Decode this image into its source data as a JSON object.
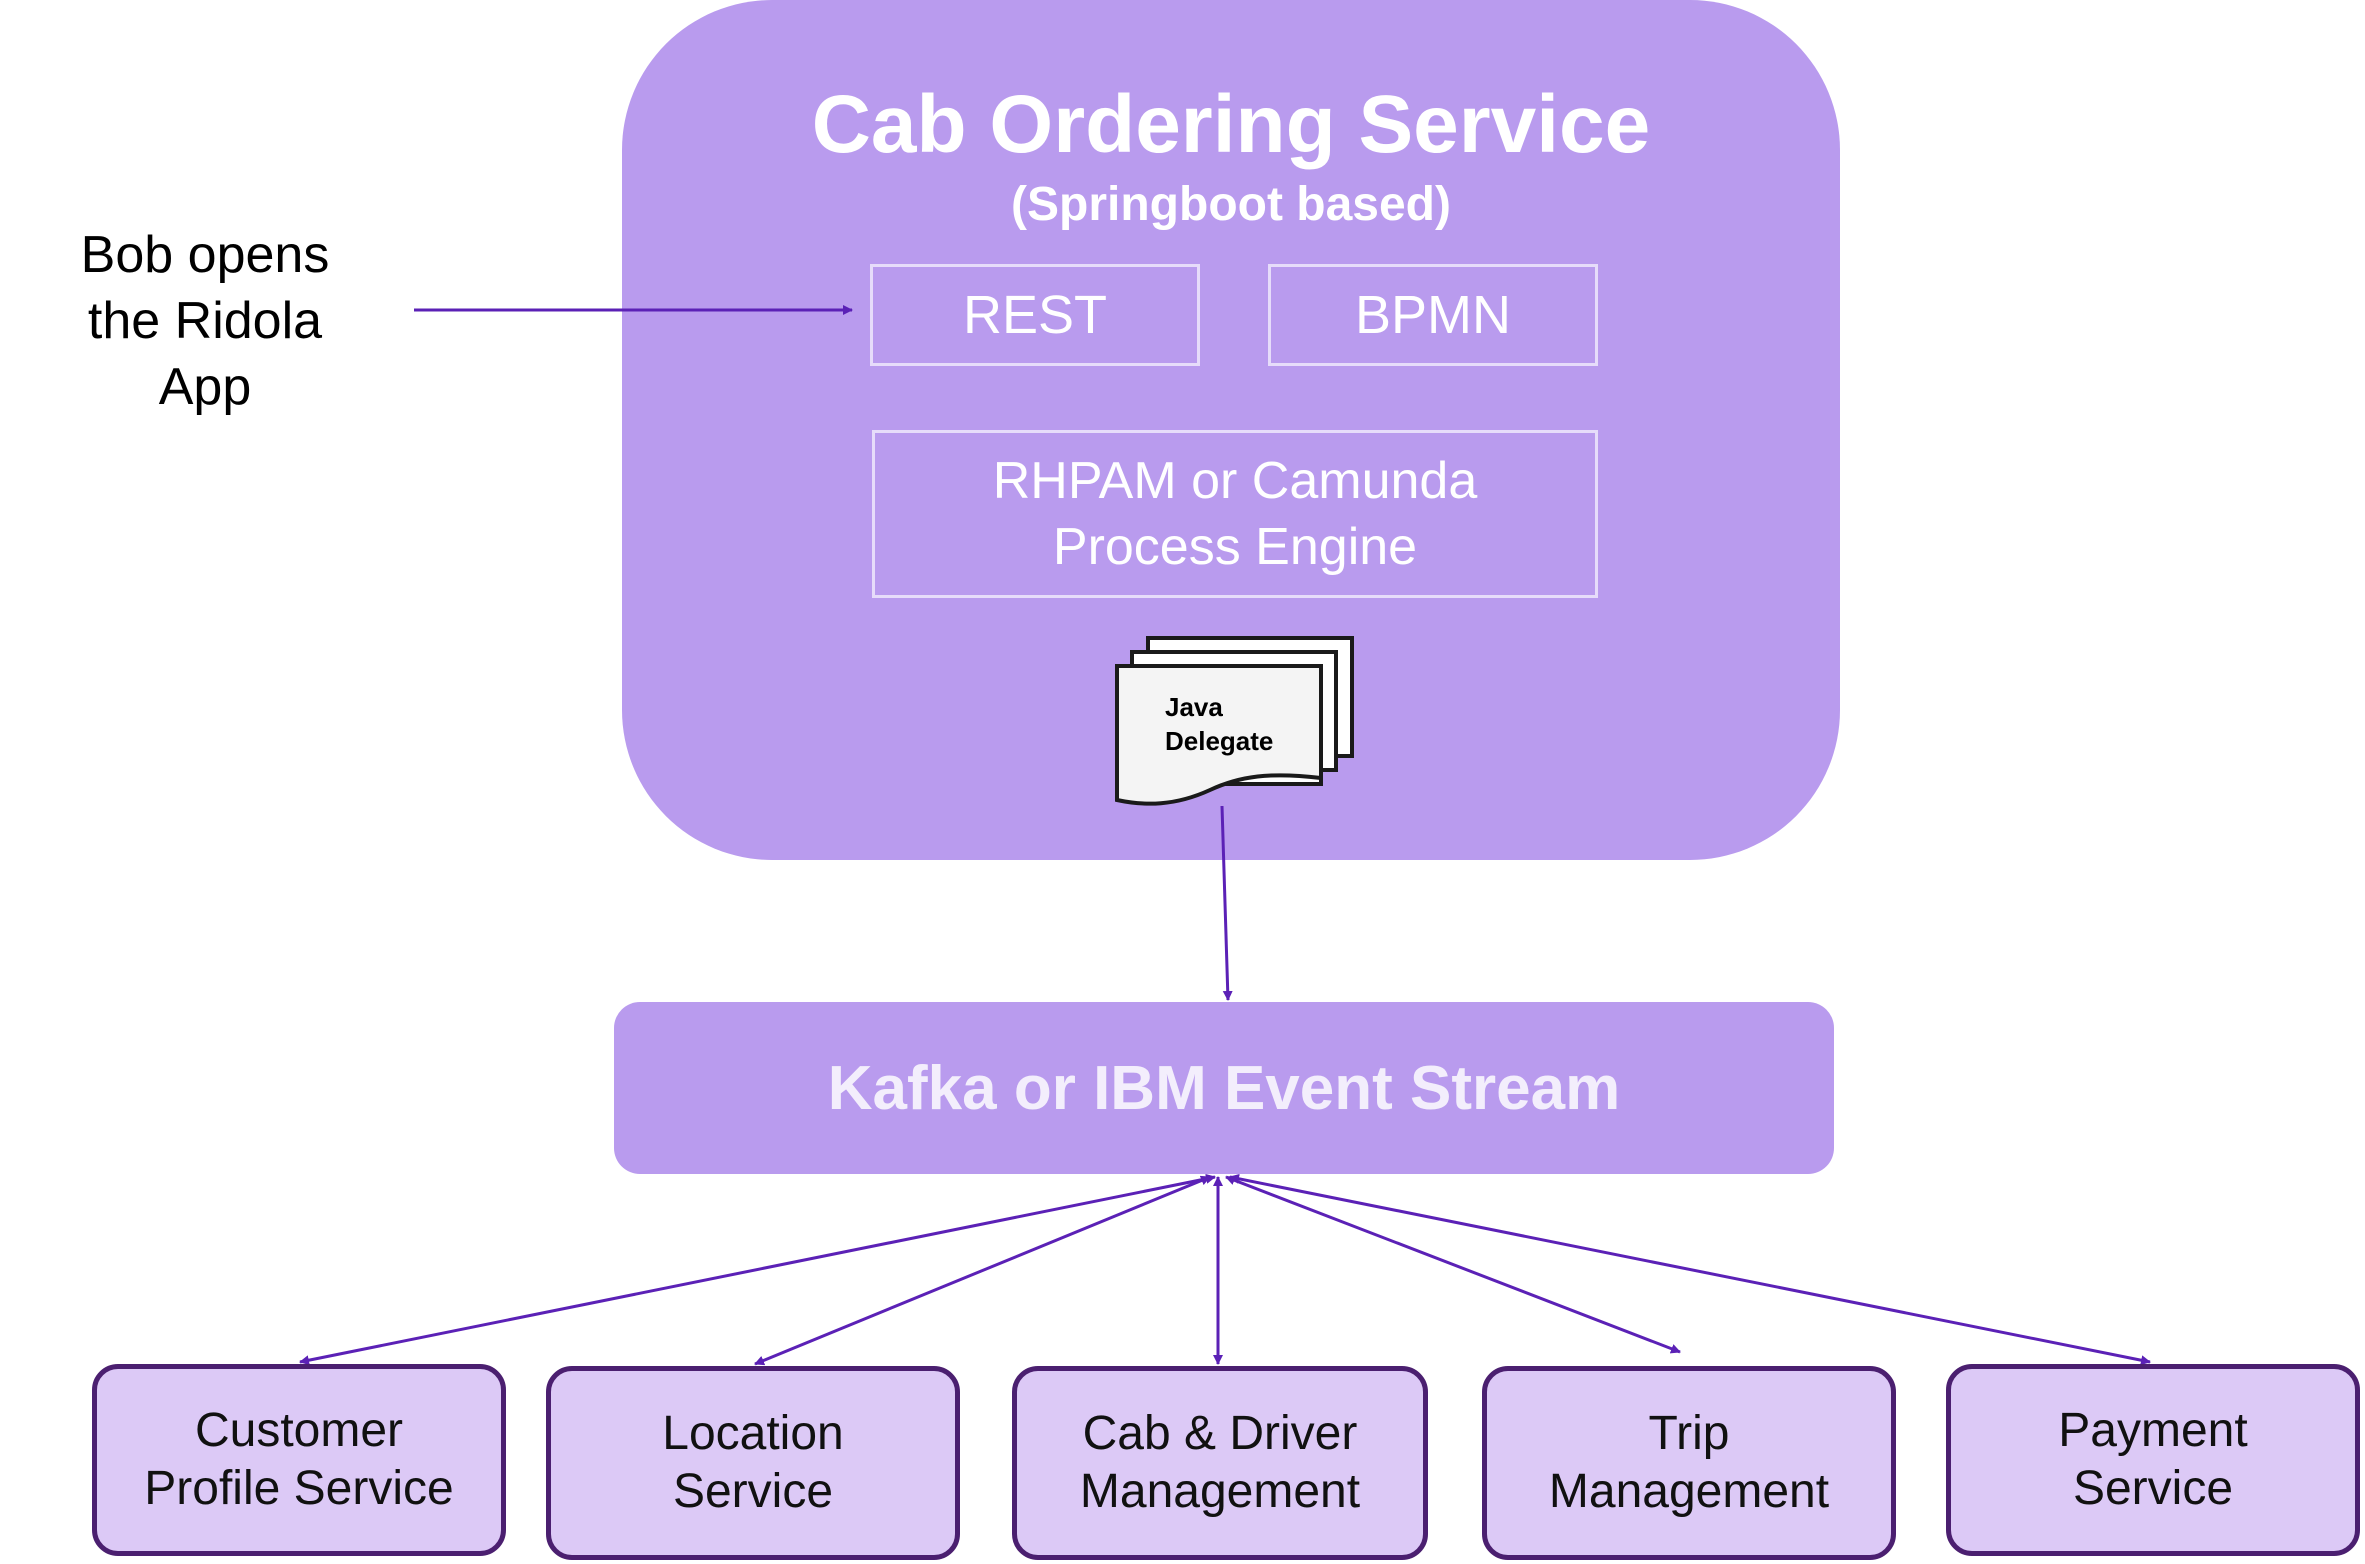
{
  "actor": {
    "lines": [
      "Bob opens",
      "the Ridola",
      "App"
    ]
  },
  "cab_service": {
    "title": "Cab Ordering Service",
    "subtitle": "(Springboot based)",
    "rest_label": "REST",
    "bpmn_label": "BPMN",
    "engine_lines": [
      "RHPAM or Camunda",
      "Process Engine"
    ],
    "delegate_lines": [
      "Java",
      "Delegate"
    ]
  },
  "event_stream": {
    "label": "Kafka or IBM  Event Stream"
  },
  "services": [
    {
      "lines": [
        "Customer",
        "Profile Service"
      ]
    },
    {
      "lines": [
        "Location",
        "Service"
      ]
    },
    {
      "lines": [
        "Cab & Driver",
        "Management"
      ]
    },
    {
      "lines": [
        "Trip",
        "Management"
      ]
    },
    {
      "lines": [
        "Payment",
        "Service"
      ]
    }
  ],
  "colors": {
    "container": "#b99bee",
    "service_fill": "#dcc9f6",
    "service_border": "#4b1f70",
    "arrow": "#5b21b6",
    "outline": "#e6dcfa"
  }
}
